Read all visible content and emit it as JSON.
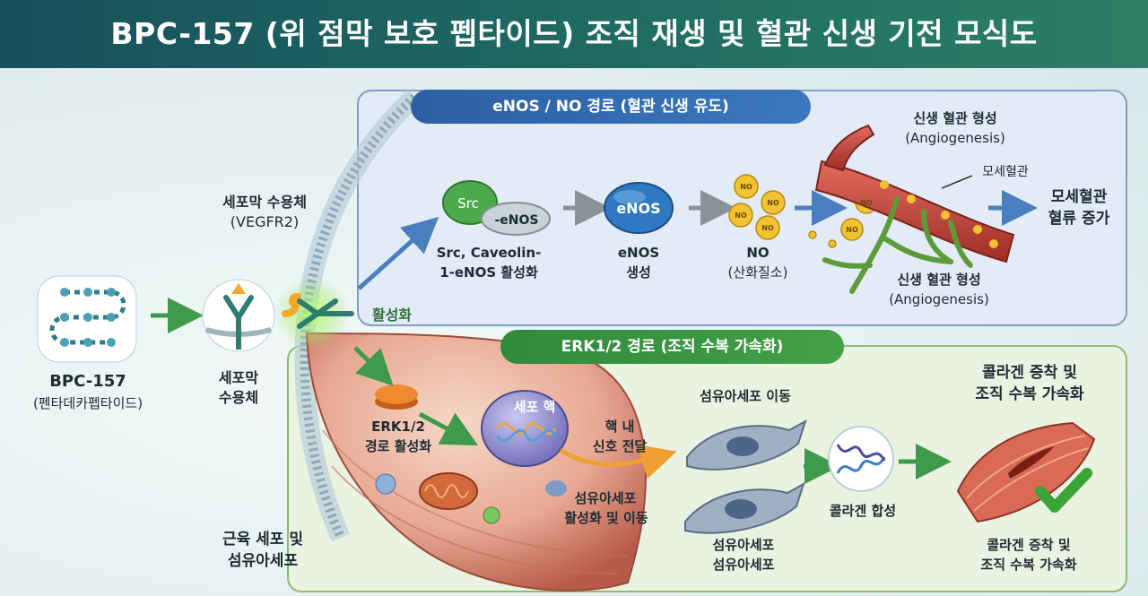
{
  "title": "BPC-157 (위 점막 보호 펩타이드) 조직 재생 및 혈관 신생 기전 모식도",
  "left": {
    "peptide_name": "BPC-157",
    "peptide_sub": "(펜타데카펩타이드)",
    "receptor_label_1": "세포막",
    "receptor_label_2": "수용체",
    "membrane_receptor_1": "세포막 수용체",
    "membrane_receptor_2": "(VEGFR2)",
    "activation": "활성화"
  },
  "enos_path": {
    "header": "eNOS / NO 경로 (혈관 신생 유도)",
    "src_tag": "Src",
    "enos_tag": "-eNOS",
    "src_label_1": "Src, Caveolin-",
    "src_label_2": "1-eNOS 활성화",
    "enos_blob": "eNOS",
    "enos_label_1": "eNOS",
    "enos_label_2": "생성",
    "no_tag": "NO",
    "no_label_1": "NO",
    "no_label_2": "(산화질소)",
    "angio_top_1": "신생 혈관 형성",
    "angio_top_2": "(Angiogenesis)",
    "capillary": "모세혈관",
    "angio_bot_1": "신생 혈관 형성",
    "angio_bot_2": "(Angiogenesis)",
    "flow_1": "모세혈관",
    "flow_2": "혈류 증가"
  },
  "erk_path": {
    "header": "ERK1/2 경로 (조직 수복 가속화)",
    "erk_label_1": "ERK1/2",
    "erk_label_2": "경로 활성화",
    "nucleus": "세포 핵",
    "signal_1": "핵 내",
    "signal_2": "신호 전달",
    "fibro_act_1": "섬유아세포",
    "fibro_act_2": "활성화 및 이동",
    "muscle_1": "근육 세포 및",
    "muscle_2": "섬유아세포",
    "fibro_move": "섬유아세포 이동",
    "fibro_bottom_1": "섬유아세포",
    "fibro_bottom_2": "섬유아세포",
    "collagen_syn": "콜라겐 합성",
    "result_top_1": "콜라겐 증착 및",
    "result_top_2": "조직 수복 가속화",
    "result_bot_1": "콜라겐 증착 및",
    "result_bot_2": "조직 수복 가속화"
  },
  "colors": {
    "header": "#1f6c62",
    "blue_path": "#3b78be",
    "green_path": "#43a047",
    "vessel": "#c0443a",
    "capillary": "#5c9a3a",
    "receptor": "#2e7d6e",
    "check": "#3aa535"
  }
}
